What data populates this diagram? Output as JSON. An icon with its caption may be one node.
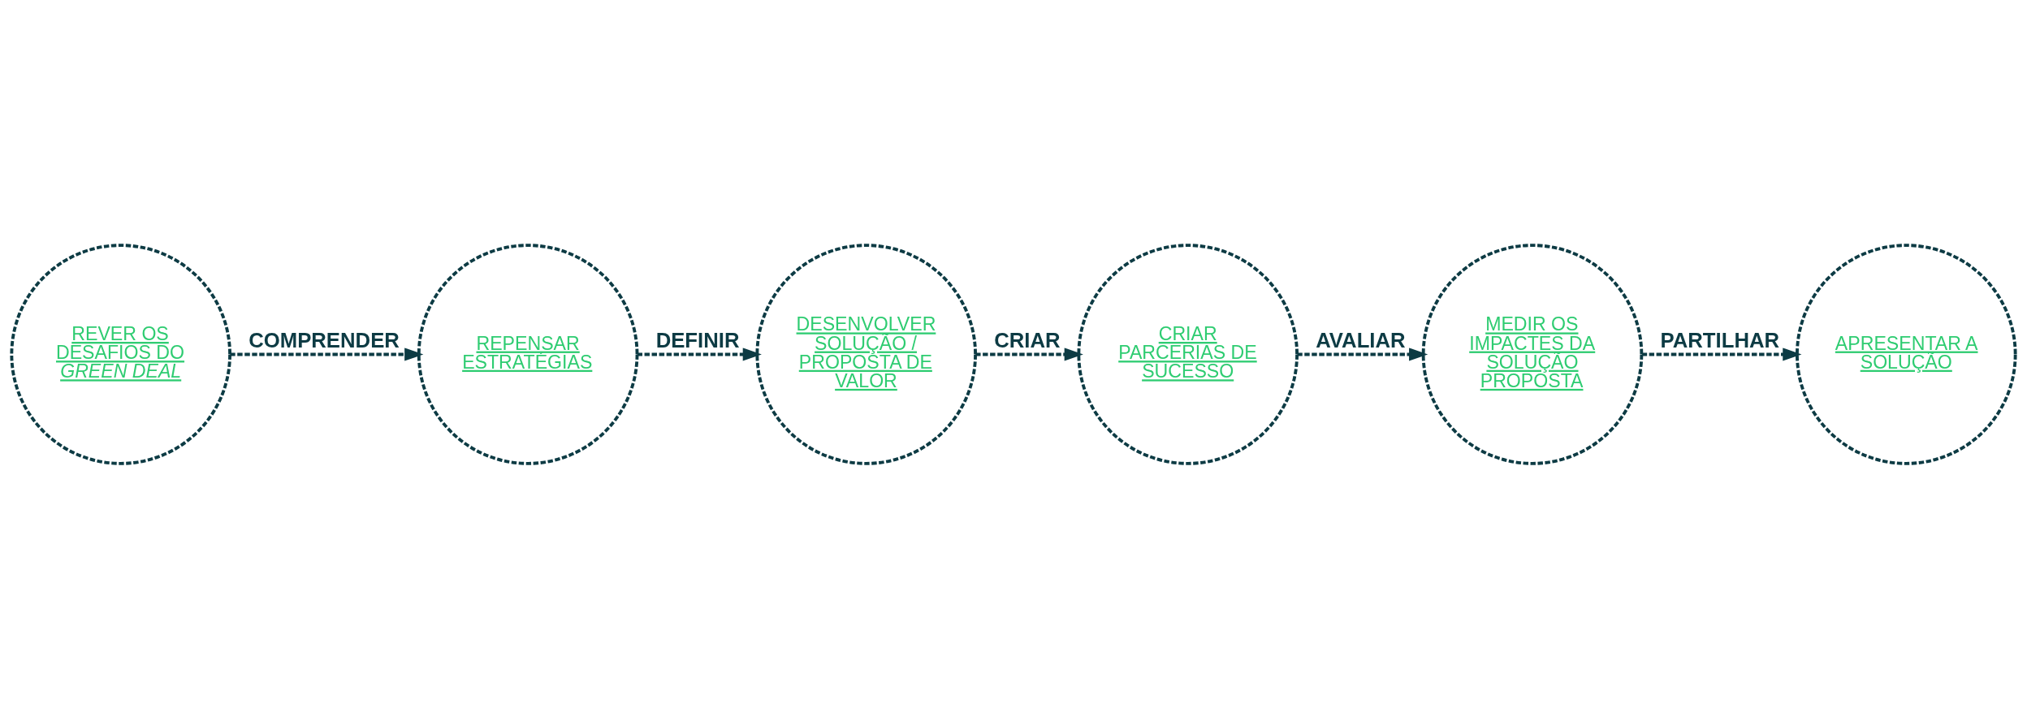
{
  "diagram": {
    "nodes": [
      {
        "text": [
          "REVER OS DESAFIOS DO *GREEN DEAL*"
        ]
      },
      {
        "text": [
          "REPENSAR ESTRATÉGIAS"
        ]
      },
      {
        "text": [
          "DESENVOLVER SOLUÇÃO / PROPOSTA DE VALOR"
        ]
      },
      {
        "text": [
          "CRIAR PARCERIAS DE SUCESSO"
        ]
      },
      {
        "text": [
          "MEDIR OS IMPACTES DA SOLUÇÃO PROPOSTA"
        ]
      },
      {
        "text": [
          "APRESENTAR A SOLUÇÃO"
        ]
      }
    ],
    "edges": [
      {
        "from": 0,
        "to": 1,
        "arrow": "to",
        "label": "COMPRENDER",
        "style": "dashed"
      },
      {
        "from": 1,
        "to": 2,
        "arrow": "to",
        "label": "DEFINIR",
        "style": "dashed"
      },
      {
        "from": 2,
        "to": 3,
        "arrow": "to",
        "label": "CRIAR",
        "style": "dashed"
      },
      {
        "from": 3,
        "to": 4,
        "arrow": "to",
        "label": "AVALIAR",
        "style": "dashed"
      },
      {
        "from": 4,
        "to": 5,
        "arrow": "to",
        "label": "PARTILHAR",
        "style": "dashed"
      }
    ]
  }
}
